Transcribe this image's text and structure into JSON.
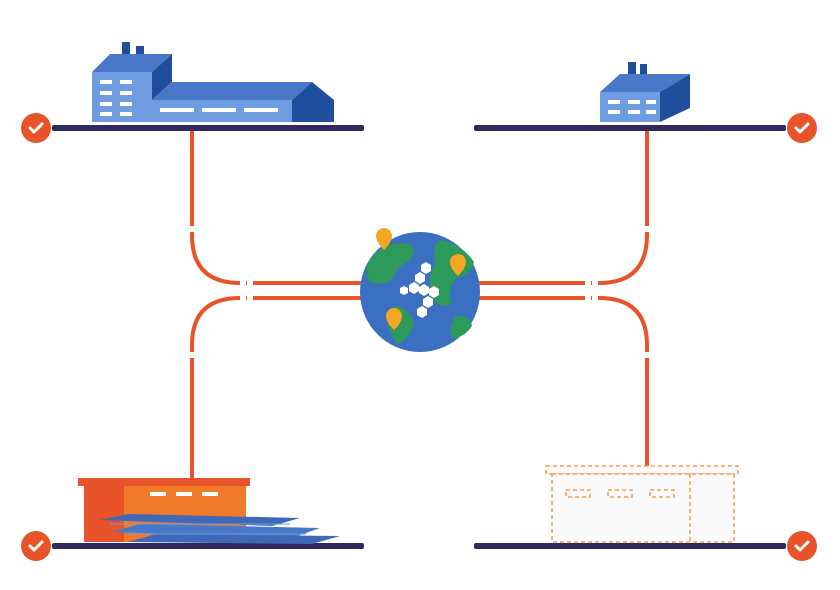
{
  "colors": {
    "background": "#ffffff",
    "line": "#e8532a",
    "platform": "#2e2a5c",
    "check_badge": "#e8532a",
    "check_mark": "#ffffff",
    "building_blue_light": "#6f9be0",
    "building_blue_mid": "#4a78c8",
    "building_blue_dark": "#1f4f9c",
    "window": "#ffffff",
    "warehouse_orange": "#f07a2a",
    "warehouse_orange_light": "#f8a23a",
    "solar_panel": "#3f68b8",
    "dashed_outline": "#f0a055",
    "globe_ocean": "#3b6fc2",
    "globe_land": "#2e9a5a",
    "globe_logo": "#ffffff",
    "map_pin": "#f5a623"
  },
  "nodes": {
    "top_left": {
      "kind": "factory-large",
      "status": "check"
    },
    "top_right": {
      "kind": "factory-small",
      "status": "check"
    },
    "bottom_left": {
      "kind": "warehouse-with-solar-panels",
      "status": "check"
    },
    "bottom_right": {
      "kind": "planned-building-dashed-outline",
      "status": "check"
    }
  },
  "hub": {
    "kind": "globe",
    "pins": 3,
    "logo": "hexagon-lightning"
  }
}
